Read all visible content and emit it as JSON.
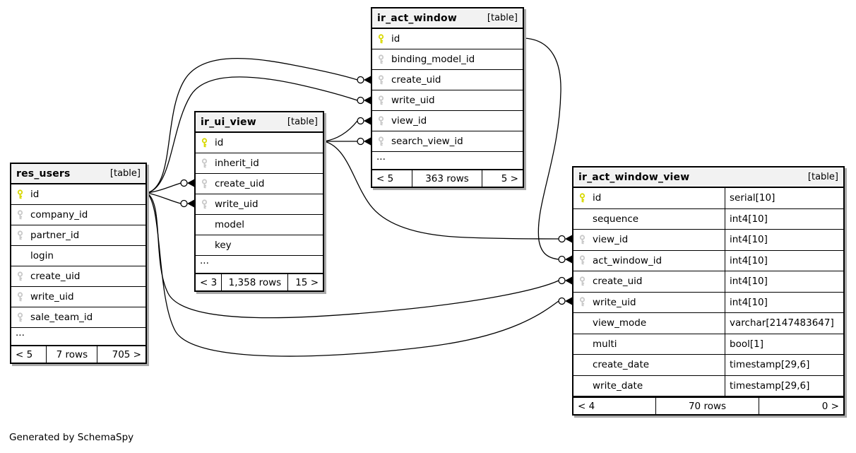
{
  "diagram": {
    "generator_note": "Generated by SchemaSpy",
    "colors": {
      "pk_key": "#d8d800",
      "fk_key": "#c8c8c8",
      "header_bg": "#f2f2f2",
      "border": "#000000",
      "shadow": "#a9a9a9"
    }
  },
  "tables": [
    {
      "id": "res_users",
      "name": "res_users",
      "tag": "[table]",
      "columns": [
        {
          "name": "id",
          "key": "pk"
        },
        {
          "name": "company_id",
          "key": "fk"
        },
        {
          "name": "partner_id",
          "key": "fk"
        },
        {
          "name": "login",
          "key": "none"
        },
        {
          "name": "create_uid",
          "key": "fk"
        },
        {
          "name": "write_uid",
          "key": "fk"
        },
        {
          "name": "sale_team_id",
          "key": "fk"
        }
      ],
      "ellipsis": "...",
      "footer": {
        "left": "< 5",
        "center": "7 rows",
        "right": "705 >"
      }
    },
    {
      "id": "ir_ui_view",
      "name": "ir_ui_view",
      "tag": "[table]",
      "columns": [
        {
          "name": "id",
          "key": "pk"
        },
        {
          "name": "inherit_id",
          "key": "fk"
        },
        {
          "name": "create_uid",
          "key": "fk"
        },
        {
          "name": "write_uid",
          "key": "fk"
        },
        {
          "name": "model",
          "key": "none"
        },
        {
          "name": "key",
          "key": "none"
        }
      ],
      "ellipsis": "...",
      "footer": {
        "left": "< 3",
        "center": "1,358 rows",
        "right": "15 >"
      }
    },
    {
      "id": "ir_act_window",
      "name": "ir_act_window",
      "tag": "[table]",
      "columns": [
        {
          "name": "id",
          "key": "pk"
        },
        {
          "name": "binding_model_id",
          "key": "fk"
        },
        {
          "name": "create_uid",
          "key": "fk"
        },
        {
          "name": "write_uid",
          "key": "fk"
        },
        {
          "name": "view_id",
          "key": "fk"
        },
        {
          "name": "search_view_id",
          "key": "fk"
        }
      ],
      "ellipsis": "...",
      "footer": {
        "left": "< 5",
        "center": "363 rows",
        "right": "5 >"
      }
    },
    {
      "id": "ir_act_window_view",
      "name": "ir_act_window_view",
      "tag": "[table]",
      "columns": [
        {
          "name": "id",
          "key": "pk",
          "type": "serial[10]"
        },
        {
          "name": "sequence",
          "key": "none",
          "type": "int4[10]"
        },
        {
          "name": "view_id",
          "key": "fk",
          "type": "int4[10]"
        },
        {
          "name": "act_window_id",
          "key": "fk",
          "type": "int4[10]"
        },
        {
          "name": "create_uid",
          "key": "fk",
          "type": "int4[10]"
        },
        {
          "name": "write_uid",
          "key": "fk",
          "type": "int4[10]"
        },
        {
          "name": "view_mode",
          "key": "none",
          "type": "varchar[2147483647]"
        },
        {
          "name": "multi",
          "key": "none",
          "type": "bool[1]"
        },
        {
          "name": "create_date",
          "key": "none",
          "type": "timestamp[29,6]"
        },
        {
          "name": "write_date",
          "key": "none",
          "type": "timestamp[29,6]"
        }
      ],
      "footer": {
        "left": "< 4",
        "center": "70 rows",
        "right": "0 >"
      }
    }
  ],
  "relationships": [
    {
      "from": "res_users.id",
      "to": "ir_ui_view.create_uid"
    },
    {
      "from": "res_users.id",
      "to": "ir_ui_view.write_uid"
    },
    {
      "from": "res_users.id",
      "to": "ir_act_window.create_uid"
    },
    {
      "from": "res_users.id",
      "to": "ir_act_window.write_uid"
    },
    {
      "from": "res_users.id",
      "to": "ir_act_window_view.create_uid"
    },
    {
      "from": "res_users.id",
      "to": "ir_act_window_view.write_uid"
    },
    {
      "from": "ir_ui_view.id",
      "to": "ir_act_window.view_id"
    },
    {
      "from": "ir_ui_view.id",
      "to": "ir_act_window.search_view_id"
    },
    {
      "from": "ir_ui_view.id",
      "to": "ir_act_window_view.view_id"
    },
    {
      "from": "ir_act_window.id",
      "to": "ir_act_window_view.act_window_id"
    }
  ]
}
